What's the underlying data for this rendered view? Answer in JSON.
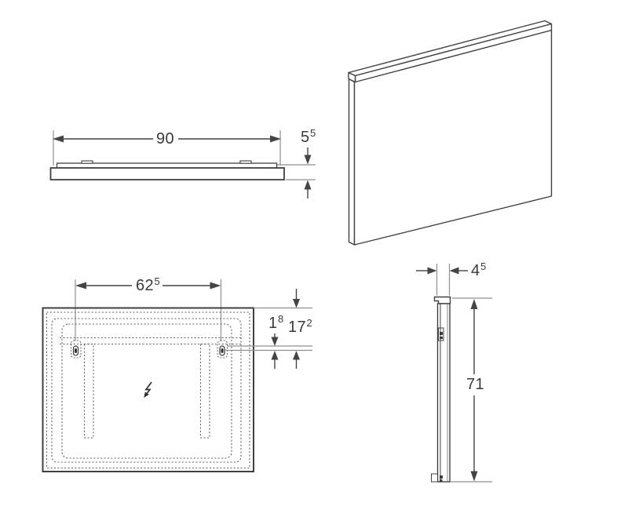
{
  "drawing": {
    "type": "technical-dimension-drawing",
    "views": [
      "top-view",
      "perspective-view",
      "rear-view",
      "side-view"
    ],
    "colors": {
      "background": "#ffffff",
      "outline": "#404040",
      "dimension_line": "#444444",
      "extension_line": "#8f8f8f",
      "dashed_line": "#5f5f5f",
      "text": "#3a3a3a"
    },
    "icons": {
      "power": "lightning-bolt-icon"
    },
    "dimensions": {
      "top_view": {
        "width": {
          "value": "90",
          "sup": ""
        },
        "depth": {
          "value": "5",
          "sup": "5"
        }
      },
      "rear_view": {
        "bracket_spacing": {
          "value": "62",
          "sup": "5"
        },
        "hanger_to_hole": {
          "value": "1",
          "sup": "8"
        },
        "top_edge_to_hole": {
          "value": "17",
          "sup": "2"
        }
      },
      "side_view": {
        "depth": {
          "value": "4",
          "sup": "5"
        },
        "height": {
          "value": "71",
          "sup": ""
        }
      }
    }
  }
}
